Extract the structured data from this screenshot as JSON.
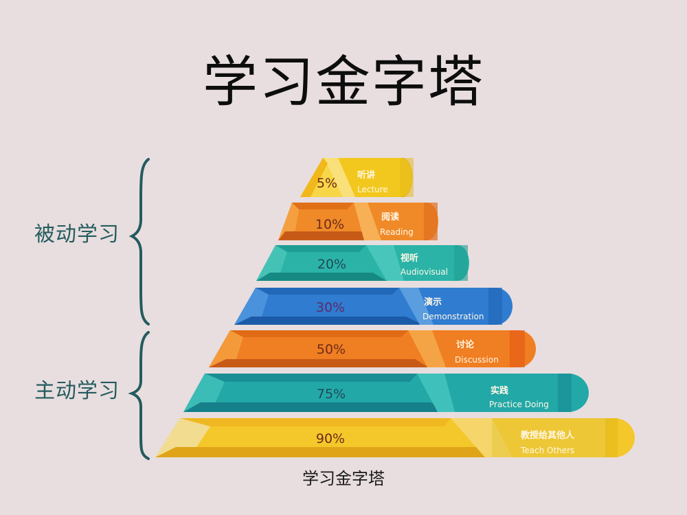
{
  "title": "学习金字塔",
  "caption": "学习金字塔",
  "groups": [
    {
      "label": "被动学习",
      "color": "#245b5e"
    },
    {
      "label": "主动学习",
      "color": "#245b5e"
    }
  ],
  "levels": [
    {
      "percent": "5%",
      "label_cn": "听讲",
      "label_en": "Lecture",
      "color": "#f2c81e"
    },
    {
      "percent": "10%",
      "label_cn": "阅读",
      "label_en": "Reading",
      "color": "#f08a28"
    },
    {
      "percent": "20%",
      "label_cn": "视听",
      "label_en": "Audiovisual",
      "color": "#2bb3a8"
    },
    {
      "percent": "30%",
      "label_cn": "演示",
      "label_en": "Demonstration",
      "color": "#2f7cd0"
    },
    {
      "percent": "50%",
      "label_cn": "讨论",
      "label_en": "Discussion",
      "color": "#f07e22"
    },
    {
      "percent": "75%",
      "label_cn": "实践",
      "label_en": "Practice Doing",
      "color": "#23a8a8"
    },
    {
      "percent": "90%",
      "label_cn": "教授给其他人",
      "label_en": "Teach Others",
      "color": "#f4c82a"
    }
  ],
  "chart_data": {
    "type": "pyramid",
    "title": "学习金字塔",
    "categories": [
      "听讲 Lecture",
      "阅读 Reading",
      "视听 Audiovisual",
      "演示 Demonstration",
      "讨论 Discussion",
      "实践 Practice Doing",
      "教授给其他人 Teach Others"
    ],
    "values": [
      5,
      10,
      20,
      30,
      50,
      75,
      90
    ],
    "unit": "%",
    "groups": [
      {
        "name": "被动学习",
        "members": [
          "听讲",
          "阅读",
          "视听",
          "演示"
        ]
      },
      {
        "name": "主动学习",
        "members": [
          "讨论",
          "实践",
          "教授给其他人"
        ]
      }
    ]
  }
}
